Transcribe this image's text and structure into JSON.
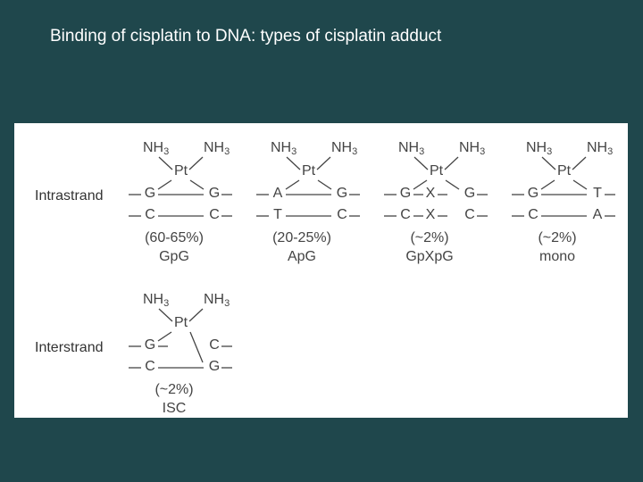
{
  "title": "Binding of cisplatin to DNA: types of cisplatin adduct",
  "rows": {
    "intrastrand": "Intrastrand",
    "interstrand": "Interstrand"
  },
  "labels": {
    "nh3_main": "NH",
    "nh3_sub": "3",
    "pt": "Pt"
  },
  "adducts": [
    {
      "top": [
        "G",
        "G"
      ],
      "bottom": [
        "C",
        "C"
      ],
      "mid": [
        "",
        ""
      ],
      "percent": "(60-65%)",
      "name": "GpG"
    },
    {
      "top": [
        "A",
        "G"
      ],
      "bottom": [
        "T",
        "C"
      ],
      "mid": [
        "",
        ""
      ],
      "percent": "(20-25%)",
      "name": "ApG"
    },
    {
      "top": [
        "G",
        "G"
      ],
      "bottom": [
        "C",
        "C"
      ],
      "mid": [
        "X",
        "X"
      ],
      "percent": "(~2%)",
      "name": "GpXpG"
    },
    {
      "top": [
        "G",
        "T"
      ],
      "bottom": [
        "C",
        "A"
      ],
      "mid": [
        "",
        ""
      ],
      "percent": "(~2%)",
      "name": "mono"
    },
    {
      "top": [
        "G",
        "C"
      ],
      "bottom": [
        "C",
        "G"
      ],
      "mid": [
        "",
        ""
      ],
      "percent": "(~2%)",
      "name": "ISC"
    }
  ]
}
